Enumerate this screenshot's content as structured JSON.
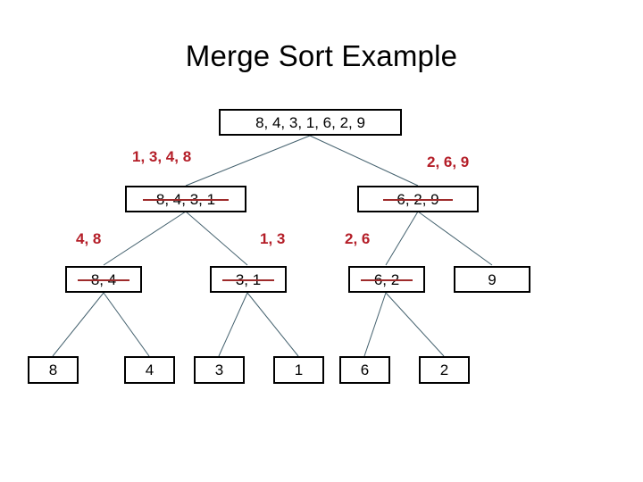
{
  "slide": {
    "title": "Merge Sort Example",
    "background_color": "#ffffff",
    "box_border_color": "#000000",
    "edge_color": "#44616E",
    "annotation_color": "#B41E28",
    "strike_color": "#9E2B2B"
  },
  "tree": {
    "levels": [
      {
        "level": 0,
        "nodes": [
          {
            "id": "root",
            "label": "8, 4, 3, 1, 6, 2, 9",
            "struck": false
          }
        ]
      },
      {
        "level": 1,
        "nodes": [
          {
            "id": "l1a",
            "label": "8, 4, 3, 1",
            "struck": true
          },
          {
            "id": "l1b",
            "label": "6, 2, 9",
            "struck": true
          }
        ]
      },
      {
        "level": 2,
        "nodes": [
          {
            "id": "l2a",
            "label": "8, 4",
            "struck": true
          },
          {
            "id": "l2b",
            "label": "3, 1",
            "struck": true
          },
          {
            "id": "l2c",
            "label": "6, 2",
            "struck": true
          },
          {
            "id": "l2d",
            "label": "9",
            "struck": false
          }
        ]
      },
      {
        "level": 3,
        "nodes": [
          {
            "id": "l3a",
            "label": "8",
            "struck": false
          },
          {
            "id": "l3b",
            "label": "4",
            "struck": false
          },
          {
            "id": "l3c",
            "label": "3",
            "struck": false
          },
          {
            "id": "l3d",
            "label": "1",
            "struck": false
          },
          {
            "id": "l3e",
            "label": "6",
            "struck": false
          },
          {
            "id": "l3f",
            "label": "2",
            "struck": false
          }
        ]
      }
    ]
  },
  "annotations": {
    "merged_results": [
      {
        "id": "a1",
        "label": "1, 3, 4, 8"
      },
      {
        "id": "a2",
        "label": "2, 6, 9"
      },
      {
        "id": "a3",
        "label": "4, 8"
      },
      {
        "id": "a4",
        "label": "1, 3"
      },
      {
        "id": "a5",
        "label": "2, 6"
      }
    ]
  }
}
